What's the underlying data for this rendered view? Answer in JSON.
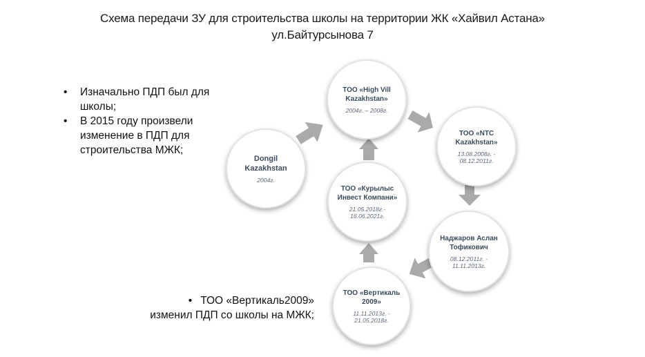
{
  "title": {
    "line1": "Схема передачи ЗУ для строительства школы на территории ЖК «Хайвил Астана»",
    "line2": "ул.Байтурсынова 7"
  },
  "bullets": [
    "Изначально ПДП был для школы;",
    "В 2015 году произвели изменение в ПДП для строительства МЖК;"
  ],
  "note": {
    "bullet": "•",
    "line1": "ТОО «Вертикаль2009»",
    "line2": "изменил ПДП со школы на МЖК;"
  },
  "nodes": {
    "dongil": {
      "name": "Dongil Kazakhstan",
      "dates": "2004г."
    },
    "highvill": {
      "name": "ТОО «High Vill Kazakhstan»",
      "dates": "2004г. – 2008г."
    },
    "ntc": {
      "name": "ТОО «NTC Kazakhstan»",
      "dates": "13.08.2008г. - 08.12.2011г."
    },
    "nadzharov": {
      "name": "Наджаров Аслан Тофикович",
      "dates": "08.12.2011г. - 11.11.2013г."
    },
    "vertikal": {
      "name": "ТОО «Вертикаль 2009»",
      "dates": "11.11.2013г. - 21.05.2018г."
    },
    "kurylys": {
      "name": "ТОО «Курылыс Инвест Компани»",
      "dates": "21.05.2018г.- 16.06.2021г."
    }
  },
  "colors": {
    "arrow": "#a9aaab",
    "node_name": "#3b4a5c",
    "node_dates": "#5a6776"
  }
}
